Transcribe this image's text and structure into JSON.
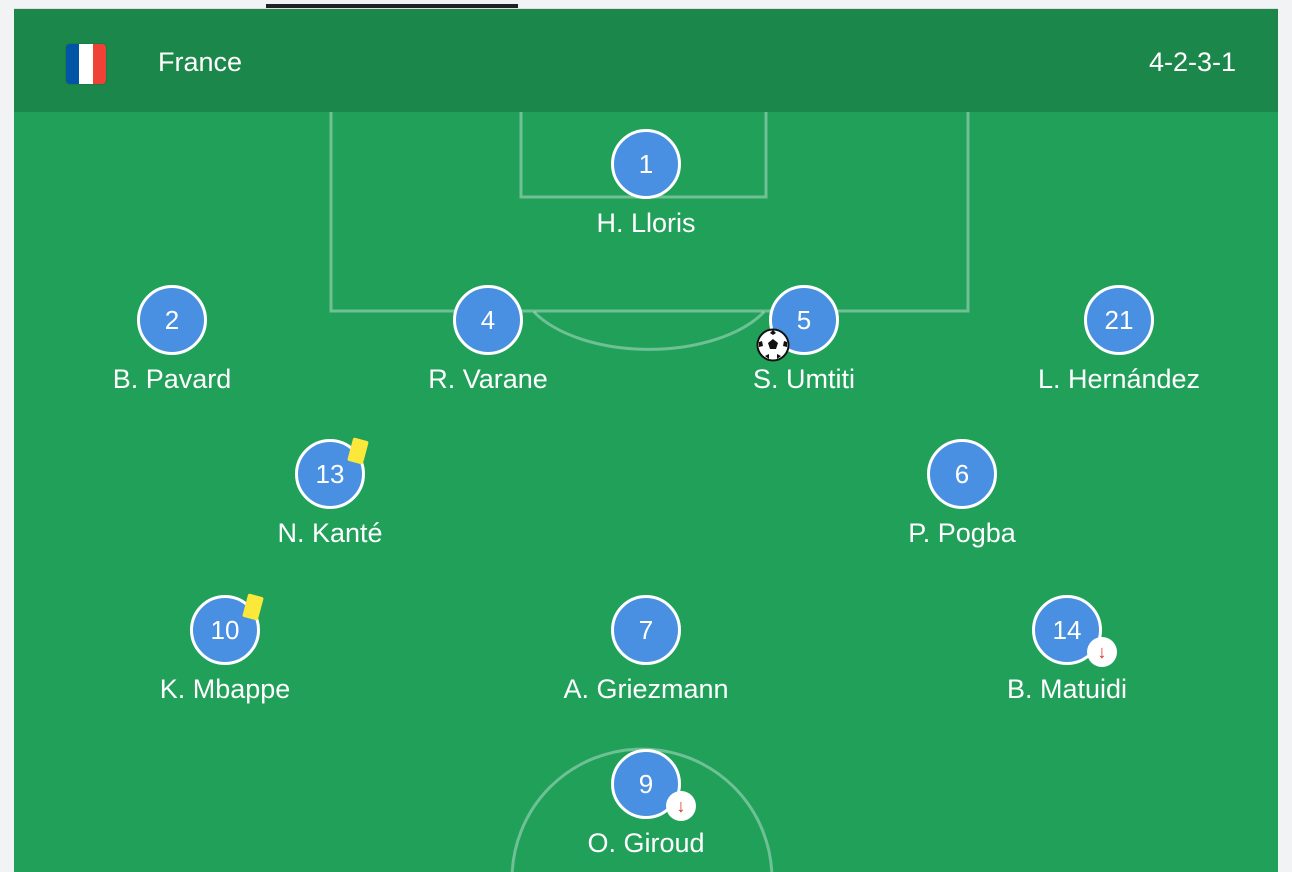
{
  "header": {
    "team": "France",
    "formation": "4-2-3-1",
    "flag_colors": [
      "#0055a4",
      "#ffffff",
      "#ef4135"
    ]
  },
  "colors": {
    "pitch": "#21a05a",
    "header": "#1b874a",
    "player_disc": "#4a90e2",
    "yellow_card": "#fce83a",
    "sub_arrow": "#d93025"
  },
  "players": [
    {
      "number": "1",
      "name": "H. Lloris"
    },
    {
      "number": "2",
      "name": "B. Pavard"
    },
    {
      "number": "4",
      "name": "R. Varane"
    },
    {
      "number": "5",
      "name": "S. Umtiti",
      "goal": true
    },
    {
      "number": "21",
      "name": "L. Hernández"
    },
    {
      "number": "13",
      "name": "N. Kanté",
      "yellow_card": true
    },
    {
      "number": "6",
      "name": "P. Pogba"
    },
    {
      "number": "10",
      "name": "K. Mbappe",
      "yellow_card": true
    },
    {
      "number": "7",
      "name": "A. Griezmann"
    },
    {
      "number": "14",
      "name": "B. Matuidi",
      "substituted": true
    },
    {
      "number": "9",
      "name": "O. Giroud",
      "substituted": true
    }
  ],
  "icons": {
    "goal": "soccer-ball-icon",
    "yellow_card": "yellow-card-icon",
    "substitution": "sub-off-arrow-icon"
  },
  "sub_arrow_glyph": "↓"
}
